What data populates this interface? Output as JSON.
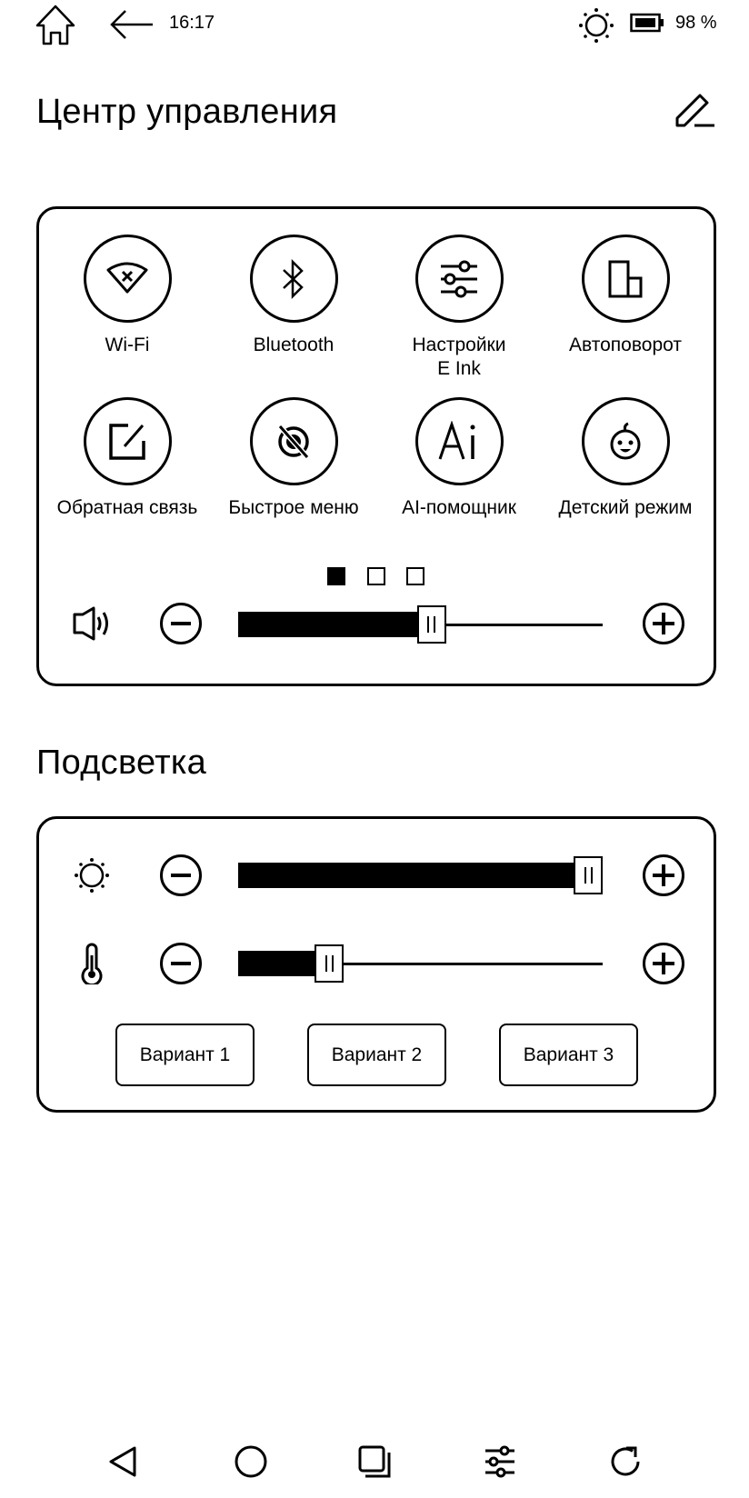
{
  "status_bar": {
    "time": "16:17",
    "battery": "98 %"
  },
  "header": {
    "title": "Центр управления"
  },
  "control_center": {
    "tiles": [
      {
        "label": "Wi-Fi",
        "icon": "wifi-off-icon"
      },
      {
        "label": "Bluetooth",
        "icon": "bluetooth-icon"
      },
      {
        "label": "Настройки\nE Ink",
        "icon": "sliders-icon"
      },
      {
        "label": "Автоповорот",
        "icon": "rotate-icon"
      },
      {
        "label": "Обратная связь",
        "icon": "feedback-icon"
      },
      {
        "label": "Быстрое меню",
        "icon": "quick-menu-off-icon"
      },
      {
        "label": "AI-помощник",
        "icon": "ai-icon"
      },
      {
        "label": "Детский режим",
        "icon": "child-face-icon"
      }
    ],
    "current_page": 1,
    "page_count": 3,
    "volume": 0.53
  },
  "backlight": {
    "title": "Подсветка",
    "brightness": 1.0,
    "temperature": 0.25,
    "presets": [
      "Вариант 1",
      "Вариант 2",
      "Вариант 3"
    ]
  }
}
